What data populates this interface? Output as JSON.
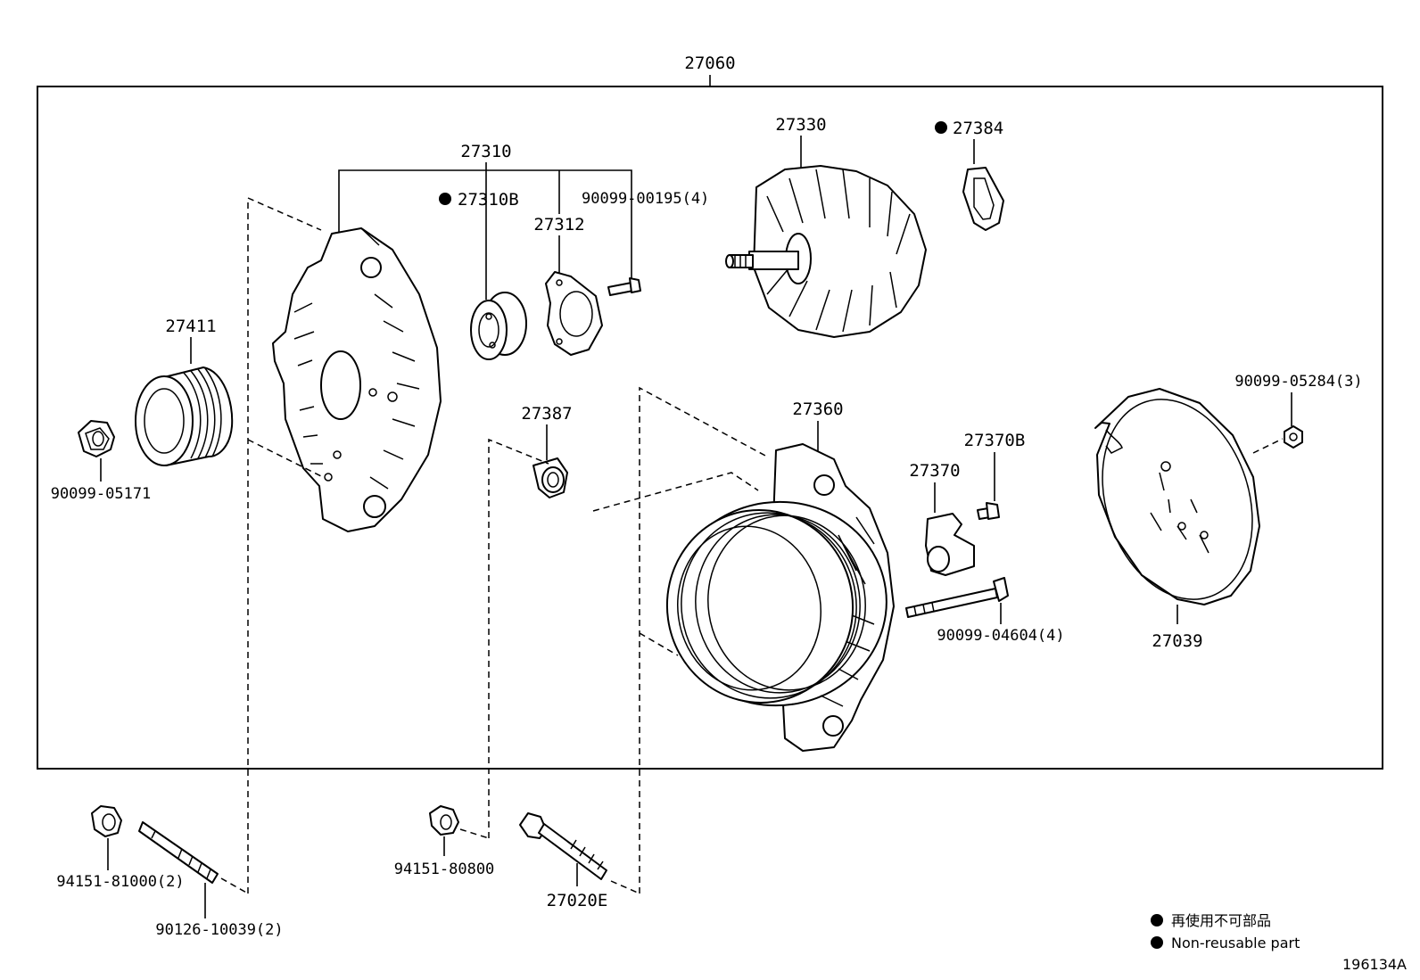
{
  "diagram_id": "196134A",
  "legend": {
    "line1": "再使用不可部品",
    "line2": "Non-reusable part"
  },
  "labels": {
    "p27060": "27060",
    "p27310": "27310",
    "p27310b": "27310B",
    "p27312": "27312",
    "p90099_00195": "90099-00195(4)",
    "p27330": "27330",
    "p27384": "27384",
    "p27411": "27411",
    "p90099_05171": "90099-05171",
    "p27387": "27387",
    "p27360": "27360",
    "p27370b": "27370B",
    "p27370": "27370",
    "p90099_04604": "90099-04604(4)",
    "p90099_05284": "90099-05284(3)",
    "p27039": "27039",
    "p94151_81000": "94151-81000(2)",
    "p90126_10039": "90126-10039(2)",
    "p94151_80800": "94151-80800",
    "p27020e": "27020E"
  }
}
